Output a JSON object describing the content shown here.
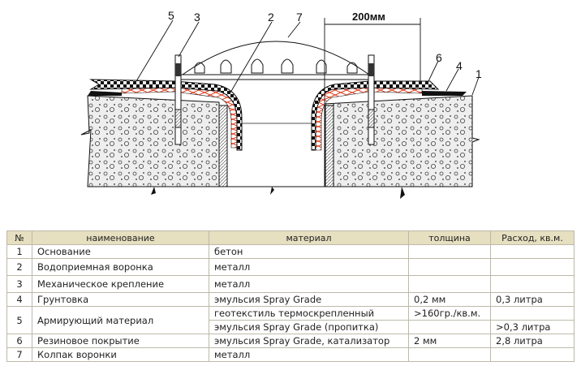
{
  "diagram": {
    "callouts": [
      "5",
      "3",
      "2",
      "7",
      "6",
      "4",
      "1"
    ],
    "dimension": "200мм"
  },
  "table": {
    "headers": [
      "№",
      "наименование",
      "материал",
      "толщина",
      "Расход, кв.м."
    ],
    "rows": [
      {
        "num": "1",
        "name": "Основание",
        "material": "бетон",
        "thickness": "",
        "consumption": ""
      },
      {
        "num": "2",
        "name": "Водоприемная воронка",
        "material": "металл",
        "thickness": "",
        "consumption": ""
      },
      {
        "num": "3",
        "name": "Механическое крепление",
        "material": "металл",
        "thickness": "",
        "consumption": ""
      },
      {
        "num": "4",
        "name": "Грунтовка",
        "material": "эмульсия Spray Grade",
        "thickness": "0,2 мм",
        "consumption": "0,3 литра"
      },
      {
        "num": "5",
        "name": "Армирующий материал",
        "material": "геотекстиль термоскрепленный",
        "thickness": ">160гр./кв.м.",
        "consumption": "",
        "material2": "эмульсия Spray Grade (пропитка)",
        "thickness2": "",
        "consumption2": ">0,3 литра"
      },
      {
        "num": "6",
        "name": "Резиновое покрытие",
        "material": "эмульсия Spray Grade, катализатор",
        "thickness": "2 мм",
        "consumption": "2,8 литра"
      },
      {
        "num": "7",
        "name": "Колпак воронки",
        "material": "металл",
        "thickness": "",
        "consumption": ""
      }
    ]
  }
}
